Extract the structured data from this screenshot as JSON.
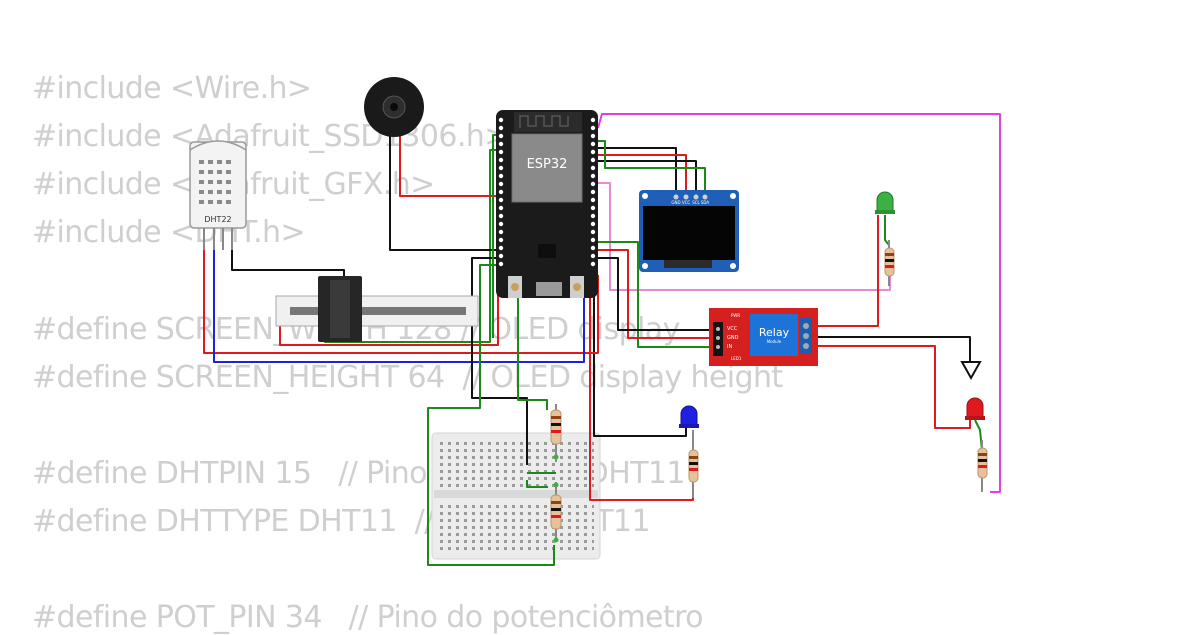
{
  "code_lines": [
    "#include <Wire.h>",
    "#include <Adafruit_SSD1306.h>",
    "#include <Adafruit_GFX.h>",
    "#include <DHT.h>",
    "#define SCREEN_WIDTH 128 // OLED display",
    "#define SCREEN_HEIGHT 64  // OLED display height",
    "#define DHTPIN 15   // Pino do sensor DHT11",
    "#define DHTTYPE DHT11  // Sensor DHT11",
    "#define POT_PIN 34   // Pino do potenciômetro"
  ],
  "components": {
    "dht_label": "DHT22",
    "esp32_label": "ESP32",
    "oled_pins": [
      "GND",
      "VCC",
      "SCL",
      "SDA"
    ],
    "relay_label": "Relay",
    "relay_sub": "Module",
    "relay_pins": [
      "GND",
      "VCC",
      "IN"
    ],
    "relay_pwr": "PWR",
    "relay_led": "LED1"
  },
  "colors": {
    "background": "#ffffff",
    "code_text": "#cfcfcf",
    "wire_red": "#e0191f",
    "wire_black": "#111111",
    "wire_green": "#1a8a1a",
    "wire_blue": "#2020e0",
    "wire_magenta": "#e040e0",
    "wire_pink": "#e58ad8",
    "relay_board": "#d62020",
    "relay_block": "#1e73d8",
    "oled_board": "#1f5fb8",
    "esp32_board": "#1b1b1b"
  }
}
